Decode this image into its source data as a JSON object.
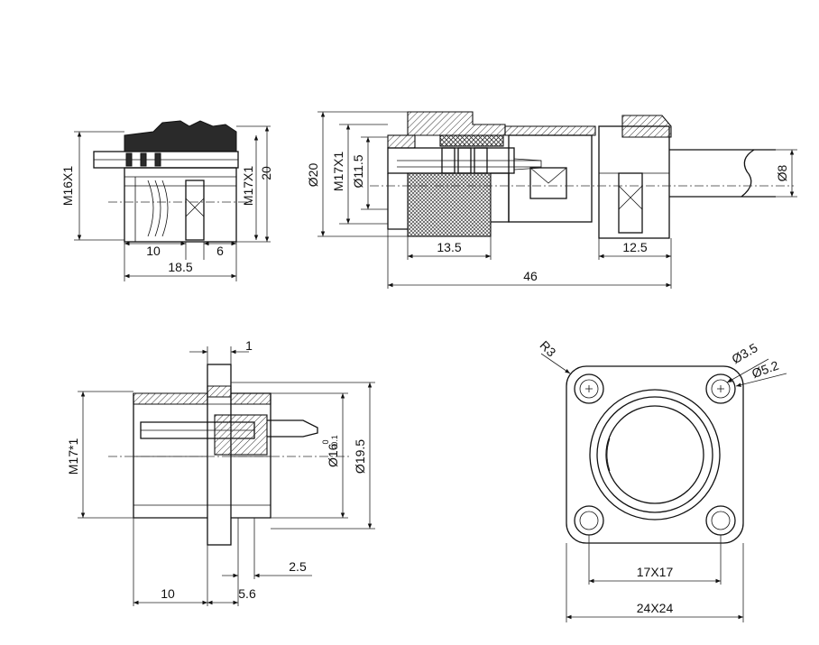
{
  "views": {
    "side_view": {
      "labels": {
        "thread_left": "M16X1",
        "thread_right": "M17X1",
        "height": "20",
        "len_a": "10",
        "len_b": "6",
        "len_total": "18.5"
      }
    },
    "plug_view": {
      "labels": {
        "diameter_outer": "Ø20",
        "thread": "M17X1",
        "diameter_inner": "Ø11.5",
        "len_nut": "13.5",
        "len_clamp": "12.5",
        "len_total": "46",
        "cable_diameter": "Ø8"
      }
    },
    "socket_section": {
      "labels": {
        "flange": "1",
        "thread": "M17*1",
        "diameter_a": "Ø16",
        "tol_upper": "0",
        "tol_lower": "-0.1",
        "diameter_b": "Ø19.5",
        "len_a": "10",
        "len_b": "5.6",
        "len_c": "2.5"
      }
    },
    "flange_front": {
      "labels": {
        "radius": "R3",
        "hole_a": "Ø3.5",
        "hole_b": "Ø5.2",
        "pitch": "17X17",
        "size": "24X24"
      }
    }
  }
}
